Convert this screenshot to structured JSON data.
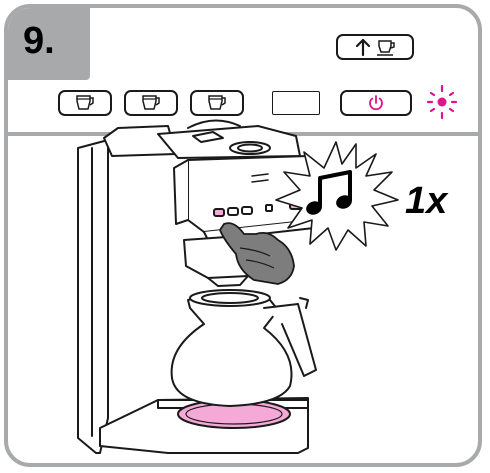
{
  "step": {
    "number": "9."
  },
  "control_panel": {
    "buttons": [
      {
        "name": "brew-pot-button-1",
        "icon": "coffee-pot-icon"
      },
      {
        "name": "brew-pot-button-2",
        "icon": "coffee-pot-icon"
      },
      {
        "name": "brew-pot-button-3",
        "icon": "coffee-pot-icon"
      },
      {
        "name": "display-window",
        "icon": ""
      },
      {
        "name": "power-button",
        "icon": "power-icon"
      },
      {
        "name": "up-pot-button",
        "icon": "arrow-up-pot-icon"
      }
    ],
    "power_indicator": "blinking-led-icon"
  },
  "callout": {
    "repeat_text": "1x",
    "sound_icon": "music-note-icon"
  },
  "colors": {
    "frame": "#a7a9ab",
    "highlight": "#e0138c",
    "hotplate": "#f5a9d6",
    "hand": "#7d7d7d"
  }
}
